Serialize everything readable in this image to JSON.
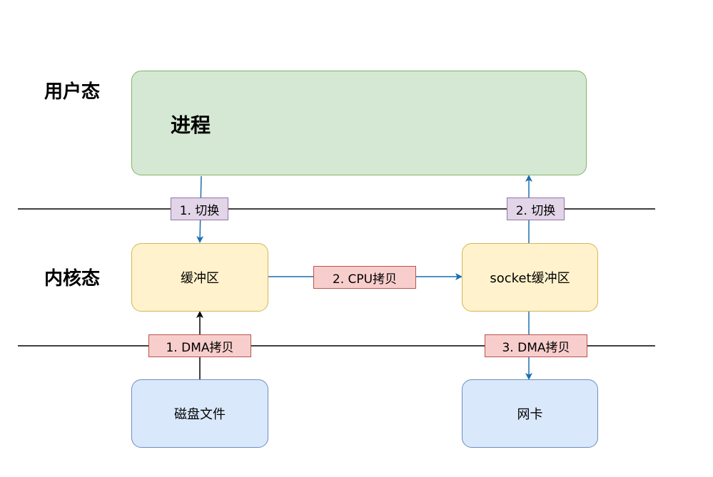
{
  "regions": {
    "user_space": "用户态",
    "kernel_space": "内核态"
  },
  "nodes": {
    "process": "进程",
    "kernel_buffer": "缓冲区",
    "socket_buffer": "socket缓冲区",
    "disk_file": "磁盘文件",
    "nic": "网卡"
  },
  "edges": {
    "switch_to_kernel": "1. 切换",
    "switch_to_user": "2. 切换",
    "cpu_copy": "2. CPU拷贝",
    "dma_copy_in": "1. DMA拷贝",
    "dma_copy_out": "3. DMA拷贝"
  },
  "colors": {
    "process_fill": "#d5e8d4",
    "process_stroke": "#82b366",
    "buffer_fill": "#fff2cc",
    "buffer_stroke": "#d6b656",
    "device_fill": "#dae8fc",
    "device_stroke": "#6c8ebf",
    "switch_label_fill": "#e1d5e7",
    "switch_label_stroke": "#9673a6",
    "copy_label_fill": "#f8cecc",
    "copy_label_stroke": "#b85450",
    "arrow_blue": "#1a6fb0",
    "arrow_black": "#000000",
    "boundary_line": "#000000"
  }
}
